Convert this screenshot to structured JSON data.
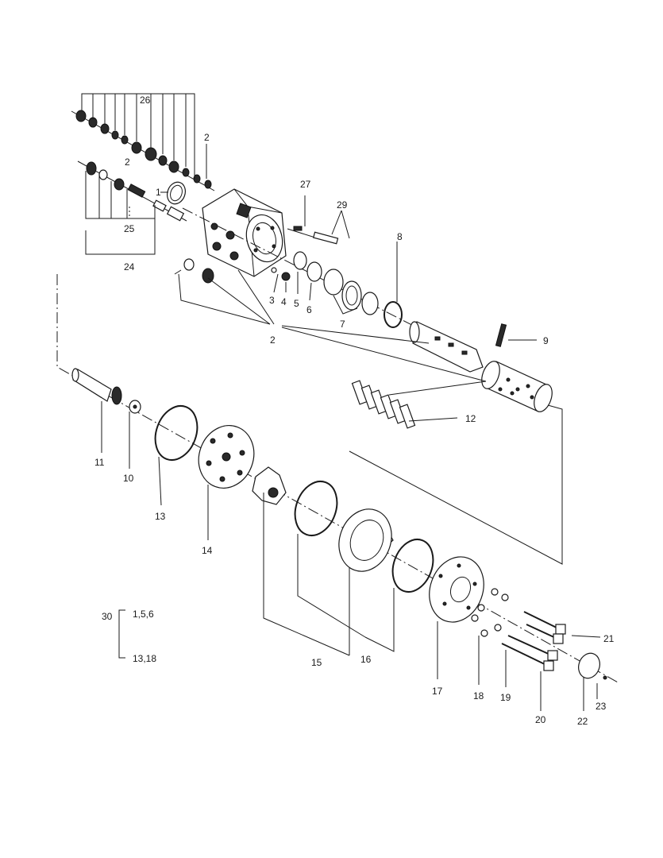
{
  "callouts": {
    "c1": "1",
    "c2a": "2",
    "c2b": "2",
    "c2c": "2",
    "c3": "3",
    "c4": "4",
    "c5": "5",
    "c6": "6",
    "c7": "7",
    "c8": "8",
    "c9": "9",
    "c10": "10",
    "c11": "11",
    "c12": "12",
    "c13": "13",
    "c14": "14",
    "c15": "15",
    "c16": "16",
    "c17": "17",
    "c18": "18",
    "c19": "19",
    "c20": "20",
    "c21": "21",
    "c22": "22",
    "c23": "23",
    "c24": "24",
    "c25": "25",
    "c26": "26",
    "c27": "27",
    "c29": "29"
  },
  "legend": {
    "ref": "30",
    "top": "1,5,6",
    "bottom": "13,18"
  }
}
